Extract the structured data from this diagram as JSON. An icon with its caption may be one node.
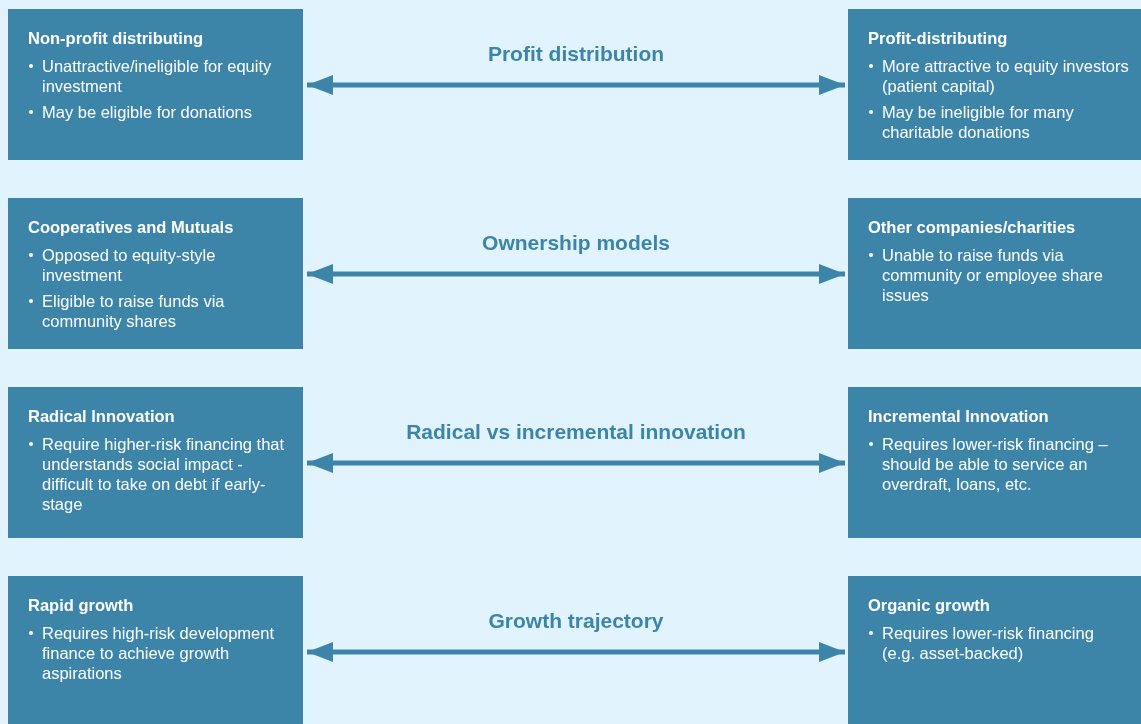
{
  "diagram": {
    "nodes": [
      {
        "text": [
          "Non-profit distributing",
          "Unattractive/ineligible for equity investment",
          "May be eligible for donations"
        ]
      },
      {
        "text": [
          "Profit-distributing",
          "More attractive to equity investors (patient capital)",
          "May be ineligible for many charitable donations"
        ]
      },
      {
        "text": [
          "Cooperatives and Mutuals",
          "Opposed to equity-style investment",
          "Eligible to raise funds via community shares"
        ]
      },
      {
        "text": [
          "Other companies/charities",
          "Unable to raise funds via community or employee share issues"
        ]
      },
      {
        "text": [
          "Radical Innovation",
          "Require higher-risk financing that understands social impact - difficult to take on debt if early-stage"
        ]
      },
      {
        "text": [
          "Incremental Innovation",
          "Requires lower-risk financing – should be able to service an overdraft, loans, etc."
        ]
      },
      {
        "text": [
          "Rapid growth",
          "Requires high-risk development finance to achieve growth aspirations"
        ]
      },
      {
        "text": [
          "Organic growth",
          "Requires lower-risk financing (e.g. asset-backed)"
        ]
      }
    ],
    "edges": [
      {
        "from": 0,
        "to": 1,
        "arrow": "both",
        "label": "Profit distribution"
      },
      {
        "from": 2,
        "to": 3,
        "arrow": "both",
        "label": "Ownership models"
      },
      {
        "from": 4,
        "to": 5,
        "arrow": "both",
        "label": "Radical vs incremental innovation"
      },
      {
        "from": 6,
        "to": 7,
        "arrow": "both",
        "label": "Growth trajectory"
      }
    ]
  }
}
